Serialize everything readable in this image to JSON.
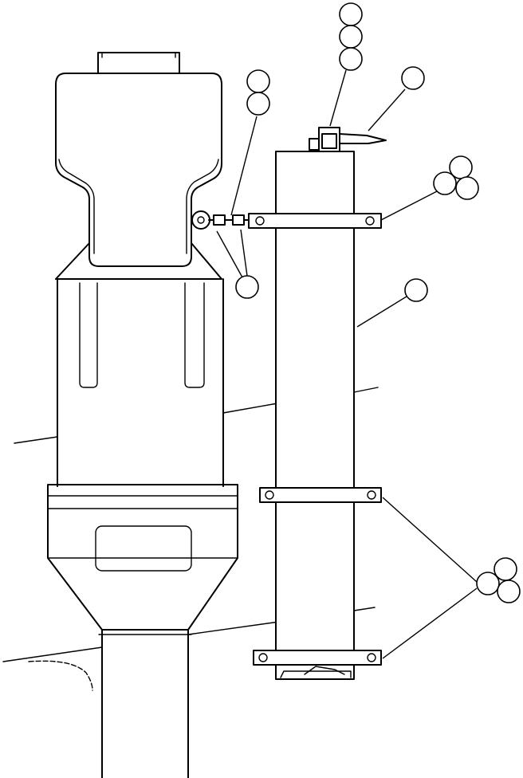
{
  "diagram": {
    "type": "technical-parts-illustration",
    "callouts": [
      {
        "id": "c1",
        "label": ""
      },
      {
        "id": "c2",
        "label": ""
      },
      {
        "id": "c3",
        "label": ""
      },
      {
        "id": "c4",
        "label": ""
      },
      {
        "id": "c5",
        "label": ""
      },
      {
        "id": "c6",
        "label": ""
      },
      {
        "id": "c7",
        "label": ""
      },
      {
        "id": "c8",
        "label": ""
      },
      {
        "id": "c9",
        "label": ""
      },
      {
        "id": "c10",
        "label": ""
      },
      {
        "id": "c11",
        "label": ""
      },
      {
        "id": "c12",
        "label": ""
      },
      {
        "id": "c13",
        "label": ""
      },
      {
        "id": "c14",
        "label": ""
      },
      {
        "id": "c15",
        "label": ""
      }
    ]
  }
}
